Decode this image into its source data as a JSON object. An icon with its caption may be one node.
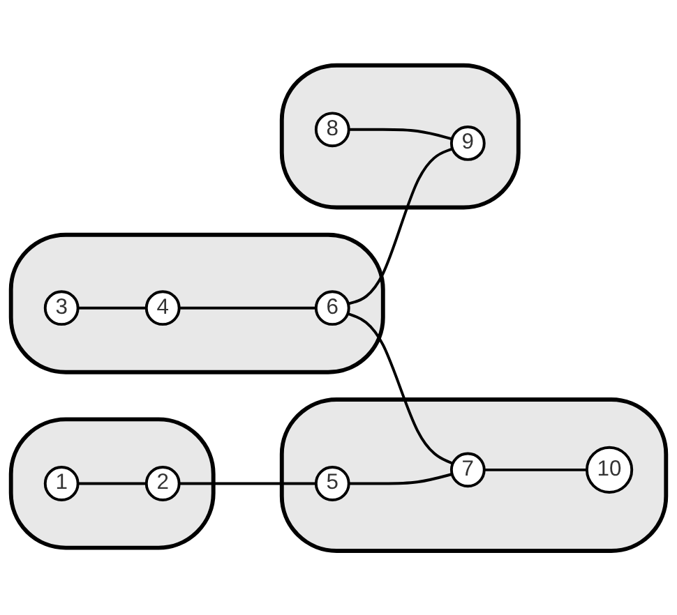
{
  "diagram": {
    "nodes": [
      {
        "text": [],
        "shape": "blob"
      },
      {
        "text": [
          "1"
        ],
        "in": 0
      },
      {
        "text": [
          "2"
        ],
        "in": 0
      },
      {
        "text": [],
        "shape": "blob"
      },
      {
        "text": [
          "5"
        ],
        "in": 3
      },
      {
        "text": [
          "7"
        ],
        "in": 3
      },
      {
        "text": [
          "10"
        ],
        "in": 3
      },
      {
        "text": [],
        "shape": "blob"
      },
      {
        "text": [
          "3"
        ],
        "in": 7
      },
      {
        "text": [
          "4"
        ],
        "in": 7
      },
      {
        "text": [
          "6"
        ],
        "in": 7
      },
      {
        "text": [],
        "shape": "blob"
      },
      {
        "text": [
          "8"
        ],
        "in": 11
      },
      {
        "text": [
          "9"
        ],
        "in": 11
      }
    ],
    "edges": [
      {
        "from": 1,
        "to": 2,
        "arrow": "none"
      },
      {
        "from": 2,
        "to": 4,
        "arrow": "none"
      },
      {
        "from": 8,
        "to": 9,
        "arrow": "none"
      },
      {
        "from": 9,
        "to": 10,
        "arrow": "none"
      },
      {
        "from": 4,
        "to": 5,
        "arrow": "none"
      },
      {
        "from": 10,
        "to": 5,
        "arrow": "none"
      },
      {
        "from": 10,
        "to": 13,
        "arrow": "none"
      },
      {
        "from": 12,
        "to": 13,
        "arrow": "none"
      },
      {
        "from": 5,
        "to": 6,
        "arrow": "none"
      }
    ]
  }
}
